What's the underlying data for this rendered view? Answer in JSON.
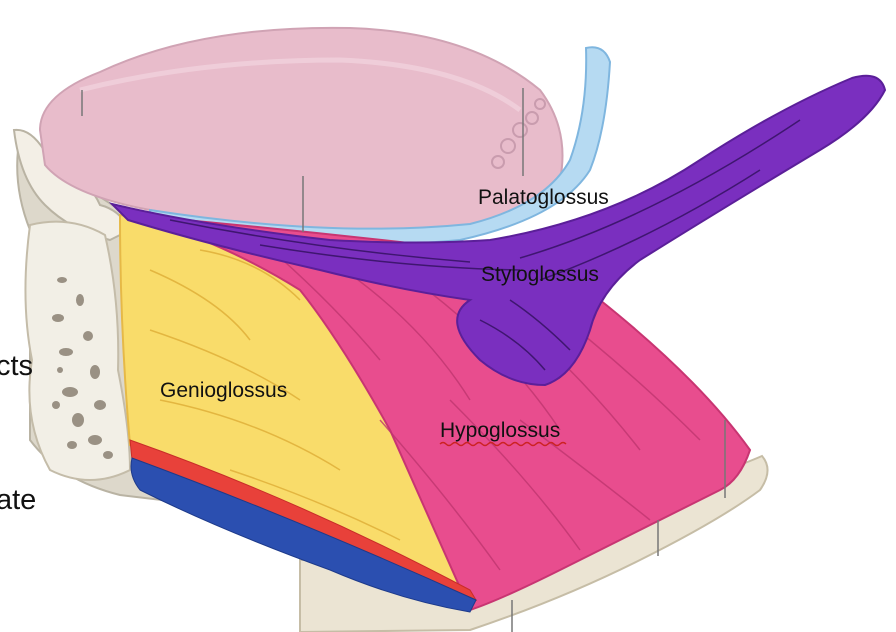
{
  "labels": {
    "palatoglossus": "Palatoglossus",
    "styloglossus": "Styloglossus",
    "genioglossus": "Genioglossus",
    "hypoglossus": "Hypoglossus"
  },
  "side_text": [
    "cts",
    "ate"
  ],
  "colors": {
    "tongue": "#e8bccb",
    "palatoglossus": "#b6daf2",
    "styloglossus": "#7a2fbf",
    "genioglossus": "#f9dc6a",
    "hypoglossus": "#e84d8e",
    "red_band": "#e8413a",
    "blue_band": "#2b4fb0",
    "bone": "#efe9dc"
  }
}
